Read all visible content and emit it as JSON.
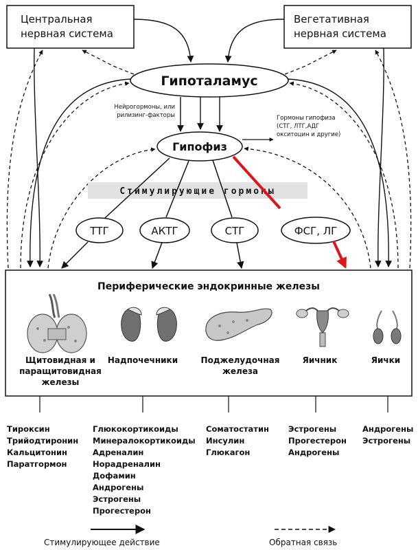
{
  "boxes": {
    "cns": [
      "Центральная",
      "нервная система"
    ],
    "ans": [
      "Вегетативная",
      "нервная система"
    ]
  },
  "hypothalamus": "Гипоталамус",
  "pituitary": "Гипофиз",
  "neurohormones": [
    "Нейрогормоны, или",
    "рилизинг-факторы"
  ],
  "pituitary_hormones": [
    "Гормоны гипофиза",
    "(СТГ, ЛТГ,АДГ",
    "окситоцин и другие)"
  ],
  "stimulating_hormones": "Стимулирующие гормоны",
  "hormones": [
    "ТТГ",
    "АКТГ",
    "СТГ",
    "ФСГ, ЛГ"
  ],
  "peripheral_title": "Периферические эндокринные железы",
  "glands": [
    {
      "icon": "thyroid-icon",
      "label": [
        "Щитовидная и",
        "паращитовидная",
        "железы"
      ]
    },
    {
      "icon": "adrenal-icon",
      "label": [
        "Надпочечники"
      ]
    },
    {
      "icon": "pancreas-icon",
      "label": [
        "Поджелудочная",
        "железа"
      ]
    },
    {
      "icon": "ovary-icon",
      "label": [
        "Яичник"
      ]
    },
    {
      "icon": "testes-icon",
      "label": [
        "Яички"
      ]
    }
  ],
  "gland_hormones": [
    [
      "Тироксин",
      "Трийодтиронин",
      "Кальцитонин",
      "Паратгормон"
    ],
    [
      "Глюкокортикоиды",
      "Минералокортикоиды",
      "Адреналин",
      "Норадреналин",
      "Дофамин",
      "Андрогены",
      "Эстрогены",
      "Прогестерон"
    ],
    [
      "Соматостатин",
      "Инсулин",
      "Глюкагон"
    ],
    [
      "Эстрогены",
      "Прогестерон",
      "Андрогены"
    ],
    [
      "Андрогены",
      "Эстрогены"
    ]
  ],
  "legend": {
    "stimulating": "Стимулирующее действие",
    "feedback": "Обратная связь"
  },
  "colors": {
    "line": "#111111",
    "accent": "#e0141b",
    "band": "#e2e2e2"
  }
}
